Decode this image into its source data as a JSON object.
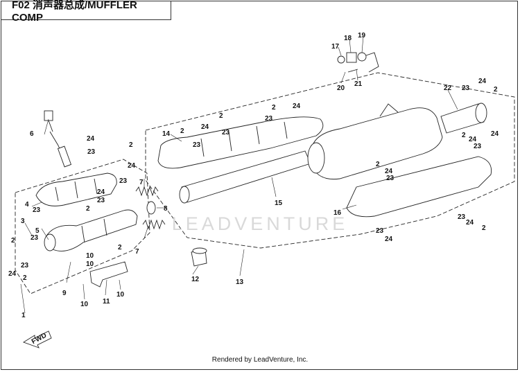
{
  "title": "F02 消声器总成/MUFFLER COMP",
  "watermark": "LEADVENTURE",
  "footer": "Rendered by LeadVenture, Inc.",
  "fwd_label": "FWD",
  "callouts": [
    {
      "id": "c1",
      "label": "1"
    },
    {
      "id": "c2a",
      "label": "2"
    },
    {
      "id": "c2b",
      "label": "2"
    },
    {
      "id": "c2c",
      "label": "2"
    },
    {
      "id": "c2d",
      "label": "2"
    },
    {
      "id": "c2e",
      "label": "2"
    },
    {
      "id": "c2f",
      "label": "2"
    },
    {
      "id": "c2g",
      "label": "2"
    },
    {
      "id": "c2h",
      "label": "2"
    },
    {
      "id": "c2i",
      "label": "2"
    },
    {
      "id": "c2j",
      "label": "2"
    },
    {
      "id": "c2k",
      "label": "2"
    },
    {
      "id": "c2l",
      "label": "2"
    },
    {
      "id": "c3",
      "label": "3"
    },
    {
      "id": "c4",
      "label": "4"
    },
    {
      "id": "c5",
      "label": "5"
    },
    {
      "id": "c6",
      "label": "6"
    },
    {
      "id": "c7a",
      "label": "7"
    },
    {
      "id": "c7b",
      "label": "7"
    },
    {
      "id": "c8",
      "label": "8"
    },
    {
      "id": "c9",
      "label": "9"
    },
    {
      "id": "c10a",
      "label": "10"
    },
    {
      "id": "c10b",
      "label": "10"
    },
    {
      "id": "c10c",
      "label": "10"
    },
    {
      "id": "c10d",
      "label": "10"
    },
    {
      "id": "c11",
      "label": "11"
    },
    {
      "id": "c12",
      "label": "12"
    },
    {
      "id": "c13",
      "label": "13"
    },
    {
      "id": "c14",
      "label": "14"
    },
    {
      "id": "c15",
      "label": "15"
    },
    {
      "id": "c16",
      "label": "16"
    },
    {
      "id": "c17",
      "label": "17"
    },
    {
      "id": "c18",
      "label": "18"
    },
    {
      "id": "c19",
      "label": "19"
    },
    {
      "id": "c20",
      "label": "20"
    },
    {
      "id": "c21",
      "label": "21"
    },
    {
      "id": "c22",
      "label": "22"
    },
    {
      "id": "c23a",
      "label": "23"
    },
    {
      "id": "c23b",
      "label": "23"
    },
    {
      "id": "c23c",
      "label": "23"
    },
    {
      "id": "c23d",
      "label": "23"
    },
    {
      "id": "c23e",
      "label": "23"
    },
    {
      "id": "c23f",
      "label": "23"
    },
    {
      "id": "c23g",
      "label": "23"
    },
    {
      "id": "c23h",
      "label": "23"
    },
    {
      "id": "c23i",
      "label": "23"
    },
    {
      "id": "c23j",
      "label": "23"
    },
    {
      "id": "c23k",
      "label": "23"
    },
    {
      "id": "c23l",
      "label": "23"
    },
    {
      "id": "c23m",
      "label": "23"
    },
    {
      "id": "c23n",
      "label": "23"
    },
    {
      "id": "c24a",
      "label": "24"
    },
    {
      "id": "c24b",
      "label": "24"
    },
    {
      "id": "c24c",
      "label": "24"
    },
    {
      "id": "c24d",
      "label": "24"
    },
    {
      "id": "c24e",
      "label": "24"
    },
    {
      "id": "c24f",
      "label": "24"
    },
    {
      "id": "c24g",
      "label": "24"
    },
    {
      "id": "c24h",
      "label": "24"
    },
    {
      "id": "c24i",
      "label": "24"
    },
    {
      "id": "c24j",
      "label": "24"
    },
    {
      "id": "c24k",
      "label": "24"
    },
    {
      "id": "c24l",
      "label": "24"
    }
  ]
}
